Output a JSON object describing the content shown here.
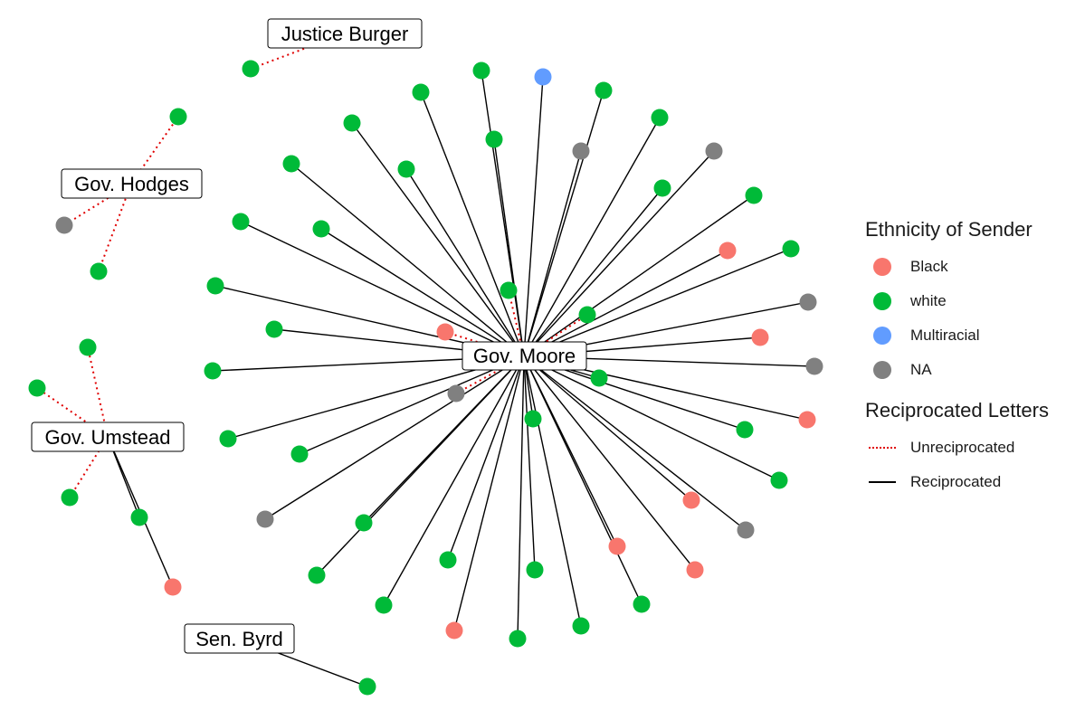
{
  "legend": {
    "ethnicity_title": "Ethnicity of Sender",
    "ethnicity_items": [
      {
        "label": "Black",
        "color": "#F8766D"
      },
      {
        "label": "white",
        "color": "#00BA38"
      },
      {
        "label": "Multiracial",
        "color": "#619CFF"
      },
      {
        "label": "NA",
        "color": "#808080"
      }
    ],
    "letters_title": "Reciprocated Letters",
    "letters_items": [
      {
        "label": "Unreciprocated",
        "style": "dotted",
        "color": "#E00000"
      },
      {
        "label": "Reciprocated",
        "style": "solid",
        "color": "#000000"
      }
    ]
  },
  "hubs": [
    {
      "id": "moore",
      "label": "Gov. Moore"
    },
    {
      "id": "burger",
      "label": "Justice Burger"
    },
    {
      "id": "hodges",
      "label": "Gov. Hodges"
    },
    {
      "id": "umstead",
      "label": "Gov. Umstead"
    },
    {
      "id": "byrd",
      "label": "Sen. Byrd"
    }
  ]
}
